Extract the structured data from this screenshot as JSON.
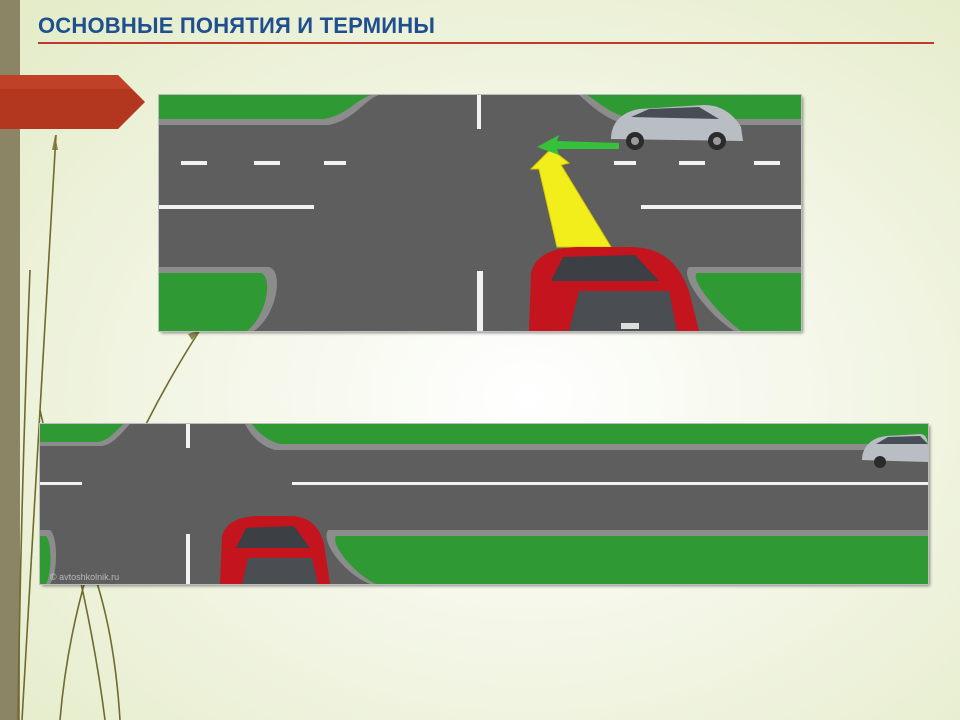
{
  "slide": {
    "title": "ОСНОВНЫЕ ПОНЯТИЯ И ТЕРМИНЫ",
    "accent_color": "#c0392b",
    "title_color": "#1f4f8f",
    "side_bar_color": "#8b8565"
  },
  "images": [
    {
      "description_icon": "intersection-photo",
      "elements": [
        "red-car-icon",
        "silver-suv-icon",
        "yellow-arrow-icon",
        "green-arrow-icon"
      ]
    },
    {
      "description_icon": "intersection-photo",
      "elements": [
        "red-car-icon",
        "silver-suv-icon"
      ],
      "watermark": "© avtoshkolnik.ru"
    }
  ]
}
